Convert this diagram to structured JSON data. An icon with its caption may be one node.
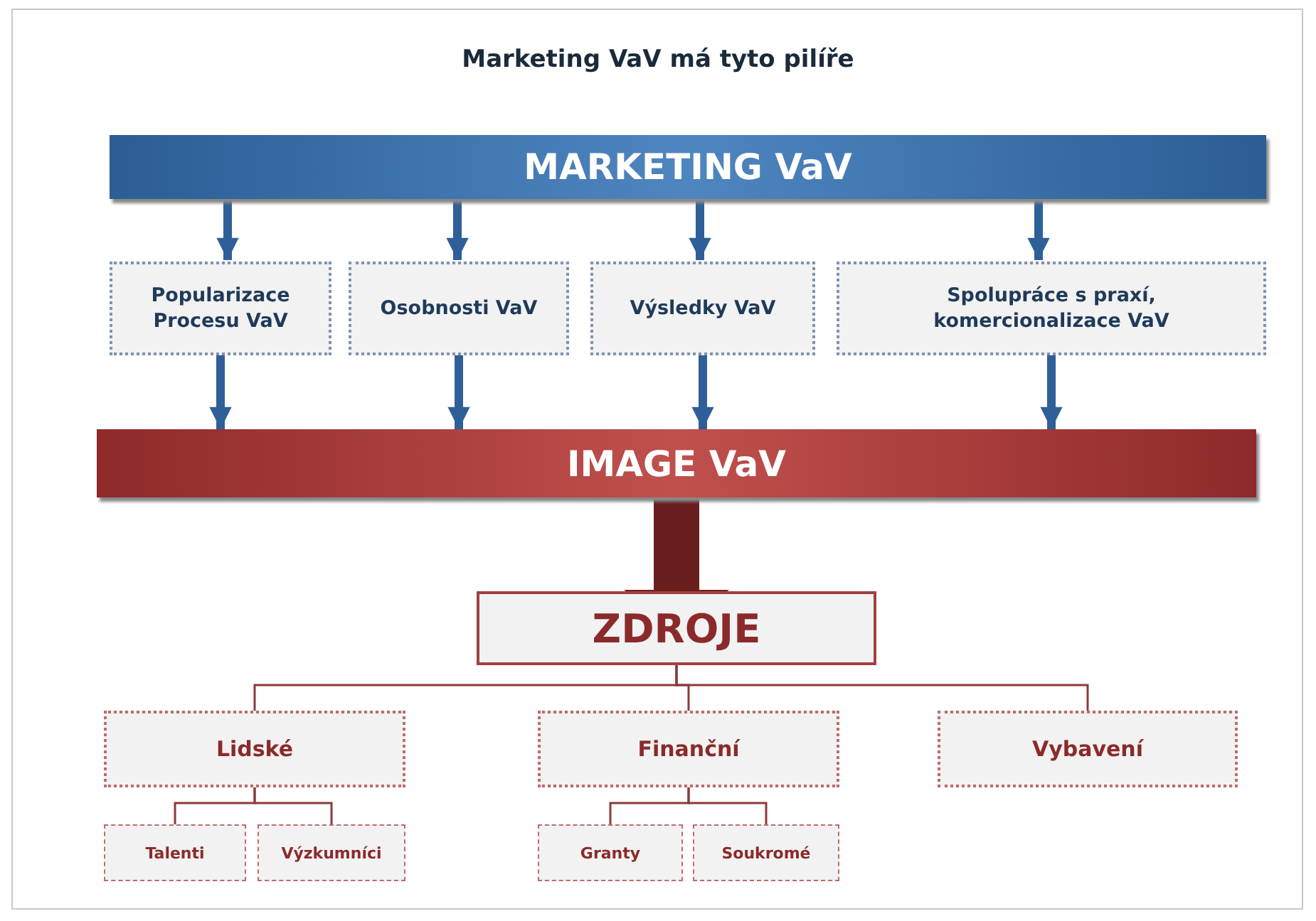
{
  "diagram": {
    "title": "Marketing VaV má tyto pilíře",
    "nodes": [
      {
        "text": [
          "MARKETING  VaV"
        ]
      },
      {
        "text": [
          "Popularizace Procesu VaV"
        ]
      },
      {
        "text": [
          "Osobnosti VaV"
        ]
      },
      {
        "text": [
          "Výsledky VaV"
        ]
      },
      {
        "text": [
          "Spolupráce s praxí, komercionalizace VaV"
        ]
      },
      {
        "text": [
          "IMAGE  VaV"
        ]
      },
      {
        "text": [
          "ZDROJE"
        ]
      },
      {
        "text": [
          "Lidské"
        ]
      },
      {
        "text": [
          "Finanční"
        ]
      },
      {
        "text": [
          "Vybavení"
        ]
      },
      {
        "text": [
          "Talenti"
        ]
      },
      {
        "text": [
          "Výzkumníci"
        ]
      },
      {
        "text": [
          "Granty"
        ]
      },
      {
        "text": [
          "Soukromé"
        ]
      }
    ],
    "edges": [
      {
        "from": 0,
        "to": 1,
        "arrow": "to"
      },
      {
        "from": 0,
        "to": 2,
        "arrow": "to"
      },
      {
        "from": 0,
        "to": 3,
        "arrow": "to"
      },
      {
        "from": 0,
        "to": 4,
        "arrow": "to"
      },
      {
        "from": 1,
        "to": 5,
        "arrow": "to"
      },
      {
        "from": 2,
        "to": 5,
        "arrow": "to"
      },
      {
        "from": 3,
        "to": 5,
        "arrow": "to"
      },
      {
        "from": 4,
        "to": 5,
        "arrow": "to"
      },
      {
        "from": 5,
        "to": 6,
        "arrow": "to",
        "style": "thick",
        "color": "#6a1f1f"
      },
      {
        "from": 6,
        "to": 7,
        "arrow": "none",
        "color": "#8b3a3a"
      },
      {
        "from": 6,
        "to": 8,
        "arrow": "none",
        "color": "#8b3a3a"
      },
      {
        "from": 6,
        "to": 9,
        "arrow": "none",
        "color": "#8b3a3a"
      },
      {
        "from": 7,
        "to": 10,
        "arrow": "none",
        "color": "#8b3a3a"
      },
      {
        "from": 7,
        "to": 11,
        "arrow": "none",
        "color": "#8b3a3a"
      },
      {
        "from": 8,
        "to": 12,
        "arrow": "none",
        "color": "#8b3a3a"
      },
      {
        "from": 8,
        "to": 13,
        "arrow": "none",
        "color": "#8b3a3a"
      }
    ]
  }
}
